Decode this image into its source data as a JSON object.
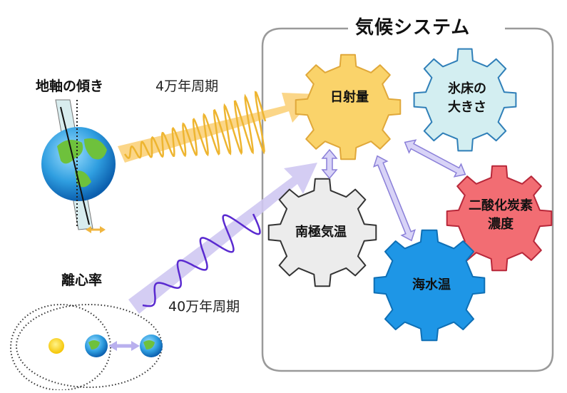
{
  "title": "気候システム",
  "left_labels": {
    "axis_tilt": "地軸の傾き",
    "eccentricity": "離心率"
  },
  "periods": {
    "short": "4万年周期",
    "long": "40万年周期"
  },
  "gears": {
    "insolation": "日射量",
    "ice_sheet": "氷床の\n大きさ",
    "co2": "二酸化炭素\n濃度",
    "antarctic_temp": "南極気温",
    "sea_temp": "海水温"
  },
  "colors": {
    "insolation": "#fad36a",
    "ice_sheet": "#d3eef1",
    "co2": "#f26d73",
    "antarctic_temp": "#ececec",
    "sea_temp": "#1e96e6",
    "arrow_orange": "#fbd27b",
    "arrow_purple": "#c9c2ef"
  }
}
